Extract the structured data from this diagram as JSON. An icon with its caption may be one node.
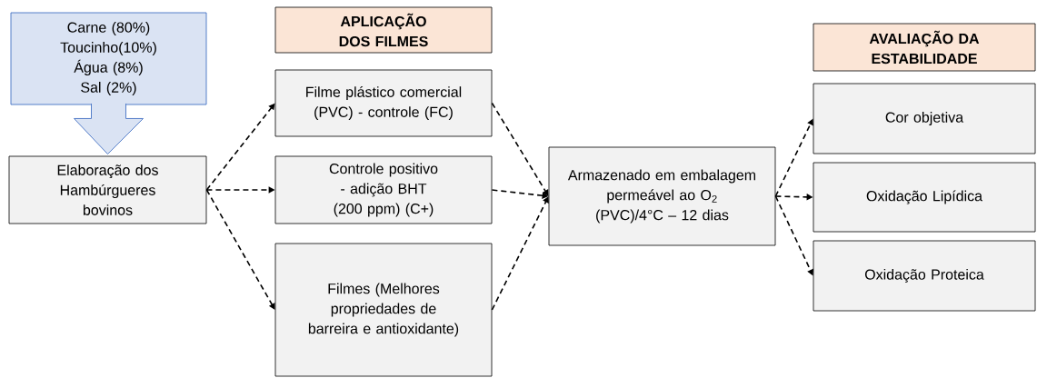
{
  "diagram": {
    "nodes": [
      {
        "text": [
          "Carne (80%)",
          "Toucinho(10%)",
          "Água (8%)",
          "Sal (2%)"
        ]
      },
      {
        "text": [
          "Elaboração dos Hambúrgueres bovinos"
        ]
      },
      {
        "text": [
          "APLICAÇÃO DOS FILMES"
        ]
      },
      {
        "text": [
          "Filme plástico comercial (PVC) - controle (FC)"
        ]
      },
      {
        "text": [
          "Controle positivo - adição BHT (200 ppm) (C+)"
        ]
      },
      {
        "text": [
          "Filmes (Melhores propriedades de barreira e antioxidante)"
        ]
      },
      {
        "text": [
          "Armazenado em embalagem permeável ao O$_{2}$ (PVC)/4°C – 12 dias"
        ]
      },
      {
        "text": [
          "AVALIAÇÃO DA ESTABILIDADE"
        ]
      },
      {
        "text": [
          "Cor objetiva"
        ]
      },
      {
        "text": [
          "Oxidação Lipídica"
        ]
      },
      {
        "text": [
          "Oxidação Proteica"
        ]
      }
    ],
    "edges": [
      {
        "from": 0,
        "to": 1,
        "arrow": "to",
        "color": "#4472c4"
      },
      {
        "from": 1,
        "to": 3,
        "arrow": "to",
        "style": "dashed"
      },
      {
        "from": 1,
        "to": 4,
        "arrow": "to",
        "style": "dashed"
      },
      {
        "from": 1,
        "to": 5,
        "arrow": "to",
        "style": "dashed"
      },
      {
        "from": 3,
        "to": 6,
        "arrow": "to",
        "style": "dashed"
      },
      {
        "from": 4,
        "to": 6,
        "arrow": "to",
        "style": "dashed"
      },
      {
        "from": 5,
        "to": 6,
        "arrow": "to",
        "style": "dashed"
      },
      {
        "from": 6,
        "to": 8,
        "arrow": "to",
        "style": "dashed"
      },
      {
        "from": 6,
        "to": 9,
        "arrow": "to",
        "style": "dashed"
      },
      {
        "from": 6,
        "to": 10,
        "arrow": "to",
        "style": "dashed"
      }
    ]
  }
}
